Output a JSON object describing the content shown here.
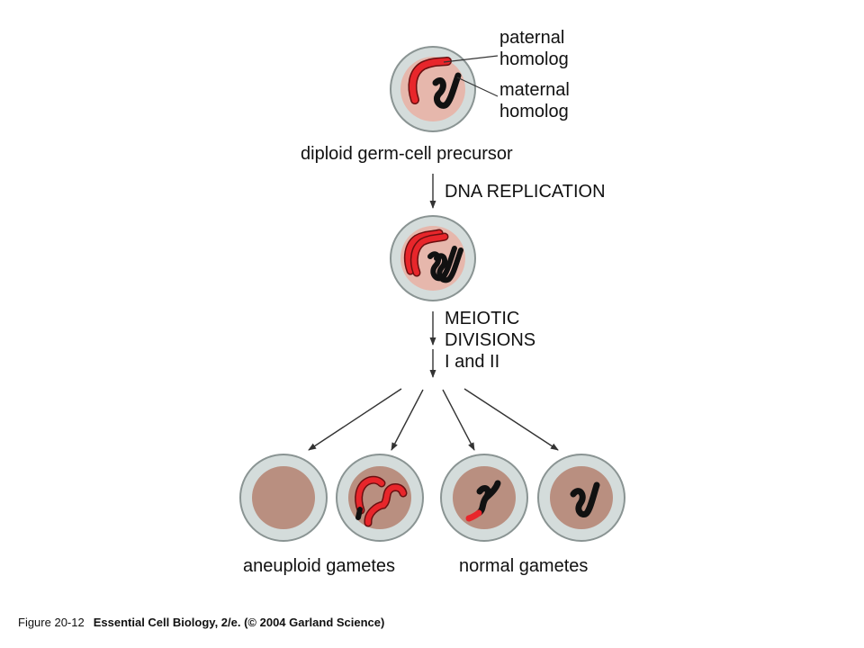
{
  "labels": {
    "paternal_line1": "paternal",
    "paternal_line2": "homolog",
    "maternal_line1": "maternal",
    "maternal_line2": "homolog",
    "precursor": "diploid germ-cell precursor",
    "step1": "DNA REPLICATION",
    "step2_line1": "MEIOTIC",
    "step2_line2": "DIVISIONS",
    "step2_line3": "I and II",
    "aneuploid": "aneuploid gametes",
    "normal": "normal gametes"
  },
  "caption": {
    "figure_number": "Figure 20-12",
    "title": "Essential Cell Biology, 2/e. (© 2004 Garland Science)"
  },
  "colors": {
    "cell_outer": "#d4dcdb",
    "cell_stroke": "#8a9493",
    "nucleus_light": "#e6b7ac",
    "nucleus_dark": "#b98f80",
    "paternal_red": "#e8262b",
    "maternal_black": "#111111"
  }
}
